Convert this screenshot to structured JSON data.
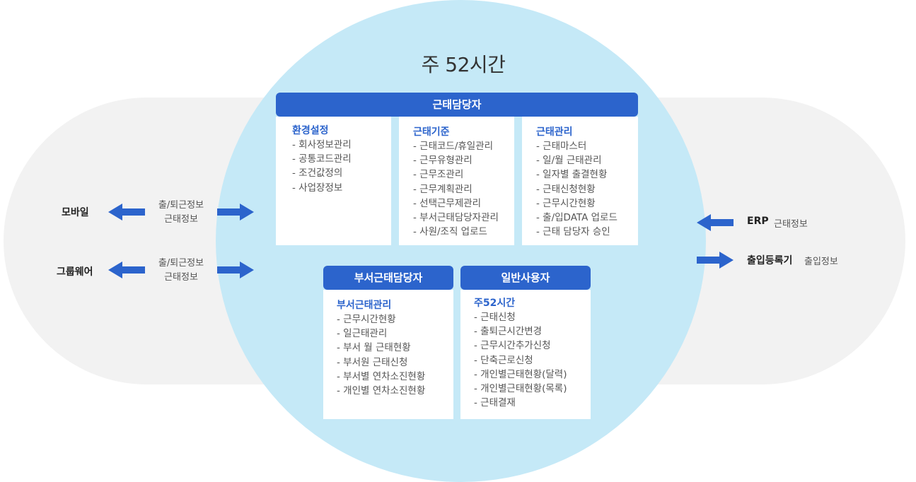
{
  "title": "주 52시간",
  "admin": {
    "header": "근태담당자",
    "columns": [
      {
        "title": "환경설정",
        "items": [
          "- 회사정보관리",
          "- 공통코드관리",
          "- 조건값정의",
          "- 사업장정보"
        ]
      },
      {
        "title": "근태기준",
        "items": [
          "- 근태코드/휴일관리",
          "- 근무유형관리",
          "- 근무조관리",
          "- 근무계획관리",
          "- 선택근무제관리",
          "- 부서근태담당자관리",
          "- 사원/조직 업로드"
        ]
      },
      {
        "title": "근태관리",
        "items": [
          "- 근태마스터",
          "- 일/월 근태관리",
          "- 일자별 출결현황",
          "- 근태신청현황",
          "- 근무시간현황",
          "- 출/입DATA 업로드",
          "- 근태 담당자 승인"
        ]
      }
    ]
  },
  "dept": {
    "header": "부서근태담당자",
    "title": "부서근태관리",
    "items": [
      "- 근무시간현황",
      "- 일근태관리",
      "- 부서 월 근태현황",
      "- 부서원 근태신청",
      "- 부서별 연차소진현황",
      "- 개인별 연차소진현황"
    ]
  },
  "user": {
    "header": "일반사용자",
    "title": "주52시간",
    "items": [
      "- 근태신청",
      "- 출퇴근시간변경",
      "- 근무시간추가신청",
      "- 단축근로신청",
      "- 개인별근태현황(달력)",
      "- 개인별근태현황(목록)",
      "- 근태결재"
    ]
  },
  "left": [
    {
      "label": "모바일",
      "info_line1": "출/퇴근정보",
      "info_line2": "근태정보"
    },
    {
      "label": "그룹웨어",
      "info_line1": "출/퇴근정보",
      "info_line2": "근태정보"
    }
  ],
  "right": [
    {
      "label": "ERP",
      "info": "근태정보"
    },
    {
      "label": "출입등록기",
      "info": "출입정보"
    }
  ],
  "colors": {
    "accent": "#2c64cc",
    "circle": "#c5e9f7",
    "background_pill": "#f2f2f2"
  }
}
